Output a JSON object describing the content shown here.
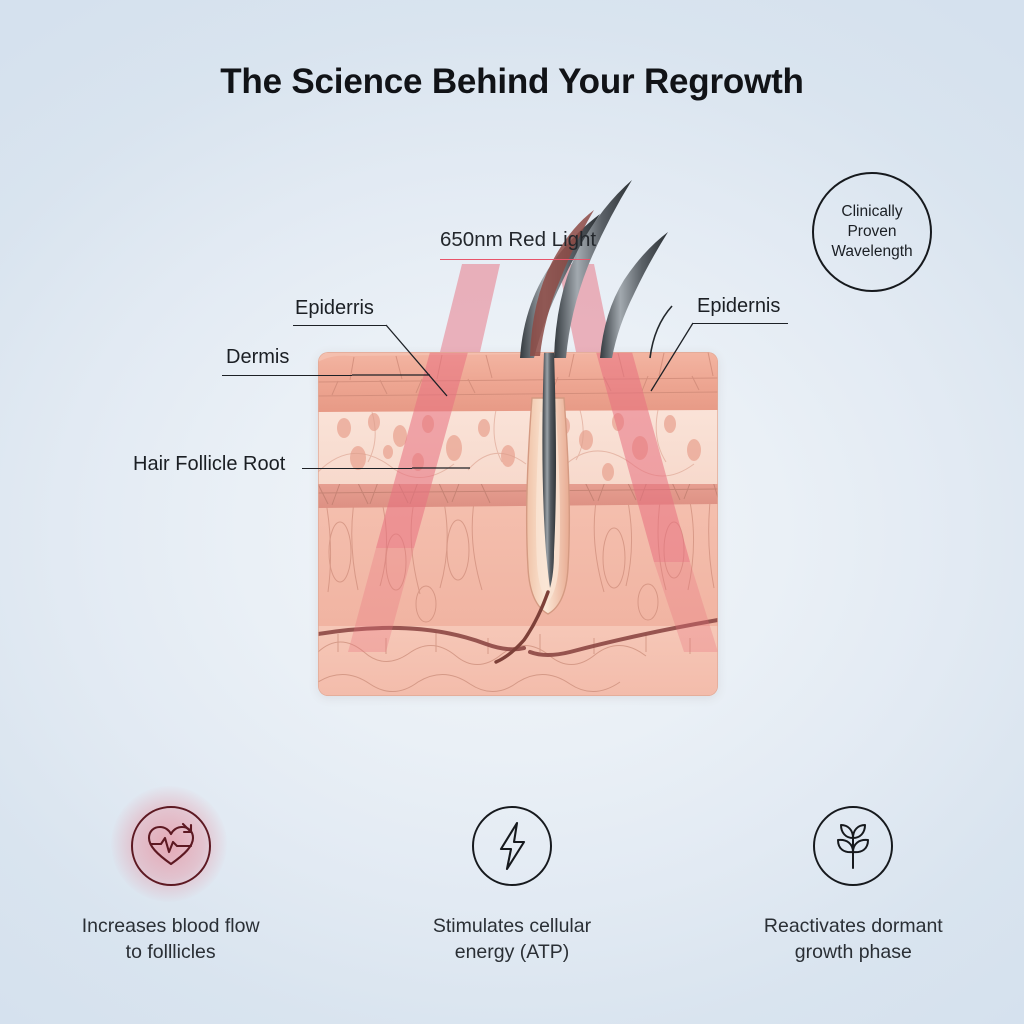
{
  "page": {
    "title": "The Science Behind Your Regrowth",
    "background_color": "#e2eaf3"
  },
  "diagram": {
    "beam_label": "650nm Red Light",
    "beam_underline_color": "#e8546a",
    "labels": {
      "epidermis_left": "Epiderris",
      "dermis": "Dermis",
      "epidermis_right": "Epidernis",
      "hair_follicle_root": "Hair Follicle Root"
    },
    "badge": {
      "text": "Clinically\nProven\nWavelength"
    },
    "skin_layers": [
      {
        "name": "epidermis",
        "color": "#efa995"
      },
      {
        "name": "upper-dermis",
        "color": "#f8ddd2"
      },
      {
        "name": "basal-band",
        "color": "#e4998b"
      },
      {
        "name": "dermis",
        "color": "#f2b9a8"
      },
      {
        "name": "subcutaneous-fat",
        "color": "#f4c3b3"
      }
    ],
    "beam_color": "#e8707f"
  },
  "features": [
    {
      "icon": "heart-pulse-icon",
      "text": "Increases blood flow\nto folllicles",
      "glow": true,
      "accent": "#5d1922"
    },
    {
      "icon": "lightning-bolt-icon",
      "text": "Stimulates cellular\nenergy (ATP)",
      "glow": false,
      "accent": "#16191d"
    },
    {
      "icon": "sprout-leaf-icon",
      "text": "Reactivates dormant\ngrowth phase",
      "glow": false,
      "accent": "#16191d"
    }
  ]
}
